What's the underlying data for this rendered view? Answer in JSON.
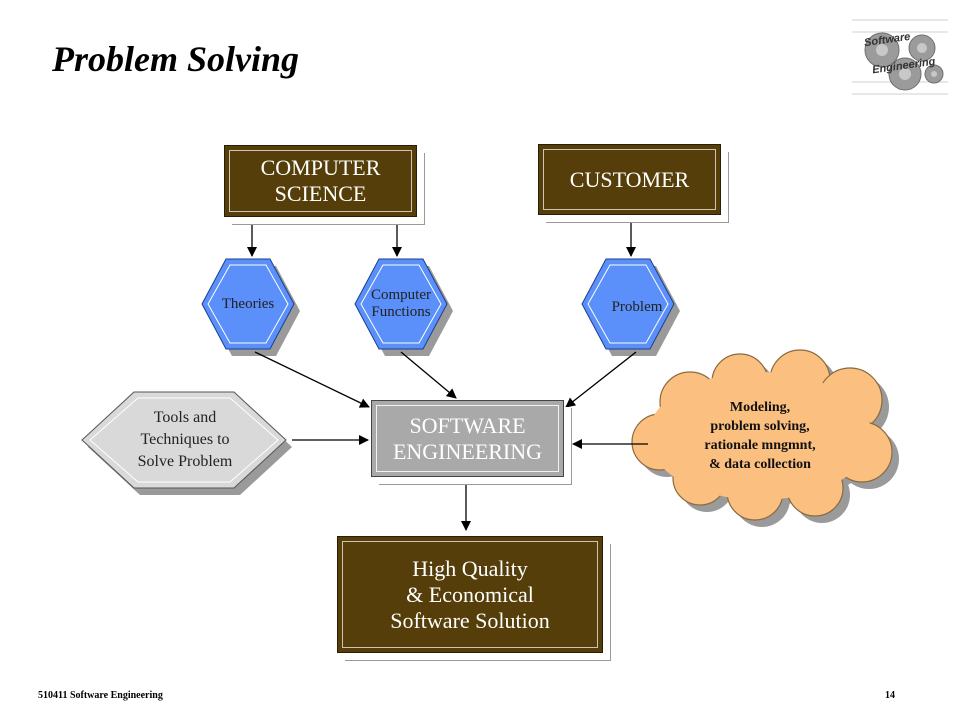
{
  "slide": {
    "title": "Problem Solving",
    "footer_left": "510411 Software Engineering",
    "page_number": "14"
  },
  "logo": {
    "line1": "Software",
    "line2": "Engineering"
  },
  "nodes": {
    "computer_science": "COMPUTER\nSCIENCE",
    "customer": "CUSTOMER",
    "theories": "Theories",
    "computer_functions": "Computer\nFunctions",
    "problem": "Problem",
    "tools": "Tools and\nTechniques to\nSolve Problem",
    "software_engineering": "SOFTWARE\nENGINEERING",
    "modeling": "Modeling,\nproblem solving,\nrationale mngmnt,\n& data collection",
    "solution": "High Quality\n& Economical\nSoftware Solution"
  },
  "colors": {
    "brown_box": "#553e09",
    "blue_hexagon": "#5b8ff9",
    "grey_box": "#a9a9a9",
    "light_hexagon": "#d9d9d9",
    "cloud": "#fbbf80"
  }
}
